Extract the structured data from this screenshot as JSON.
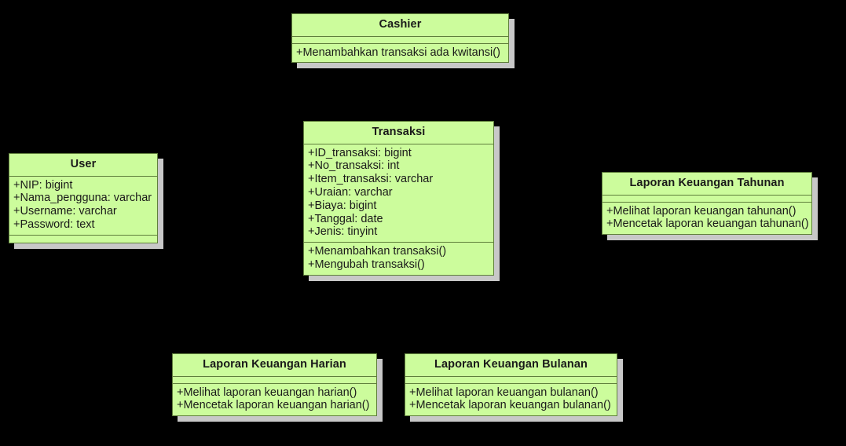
{
  "diagram": {
    "title": "Class Diagram",
    "type": "uml-class-diagram",
    "background_color": "#000000",
    "class_fill_color": "#ccfc9c",
    "class_border_color": "#5f7f3c",
    "shadow_color": "#c8c8c8",
    "text_color": "#1a1a1a"
  },
  "classes": {
    "cashier": {
      "name": "Cashier",
      "attributes": [],
      "operations": [
        "+Menambahkan transaksi ada kwitansi()"
      ]
    },
    "user": {
      "name": "User",
      "attributes": [
        "+NIP: bigint",
        "+Nama_pengguna: varchar",
        "+Username: varchar",
        "+Password: text"
      ],
      "operations": []
    },
    "transaksi": {
      "name": "Transaksi",
      "attributes": [
        "+ID_transaksi: bigint",
        "+No_transaksi: int",
        "+Item_transaksi: varchar",
        "+Uraian: varchar",
        "+Biaya: bigint",
        "+Tanggal: date",
        "+Jenis: tinyint"
      ],
      "operations": [
        "+Menambahkan transaksi()",
        "+Mengubah transaksi()"
      ]
    },
    "laporan_tahunan": {
      "name": "Laporan Keuangan Tahunan",
      "attributes": [],
      "operations": [
        "+Melihat laporan keuangan tahunan()",
        "+Mencetak laporan keuangan tahunan()"
      ]
    },
    "laporan_harian": {
      "name": "Laporan Keuangan Harian",
      "attributes": [],
      "operations": [
        "+Melihat laporan keuangan harian()",
        "+Mencetak laporan keuangan harian()"
      ]
    },
    "laporan_bulanan": {
      "name": "Laporan Keuangan Bulanan",
      "attributes": [],
      "operations": [
        "+Melihat laporan keuangan bulanan()",
        "+Mencetak laporan keuangan bulanan()"
      ]
    }
  },
  "associations": [
    {
      "from": "cashier",
      "to": "transaksi",
      "kind": "association"
    },
    {
      "from": "user",
      "to": "transaksi",
      "kind": "association"
    },
    {
      "from": "transaksi",
      "to": "laporan_tahunan",
      "kind": "association"
    },
    {
      "from": "transaksi",
      "to": "laporan_harian",
      "kind": "aggregation"
    },
    {
      "from": "transaksi",
      "to": "laporan_bulanan",
      "kind": "aggregation"
    }
  ]
}
